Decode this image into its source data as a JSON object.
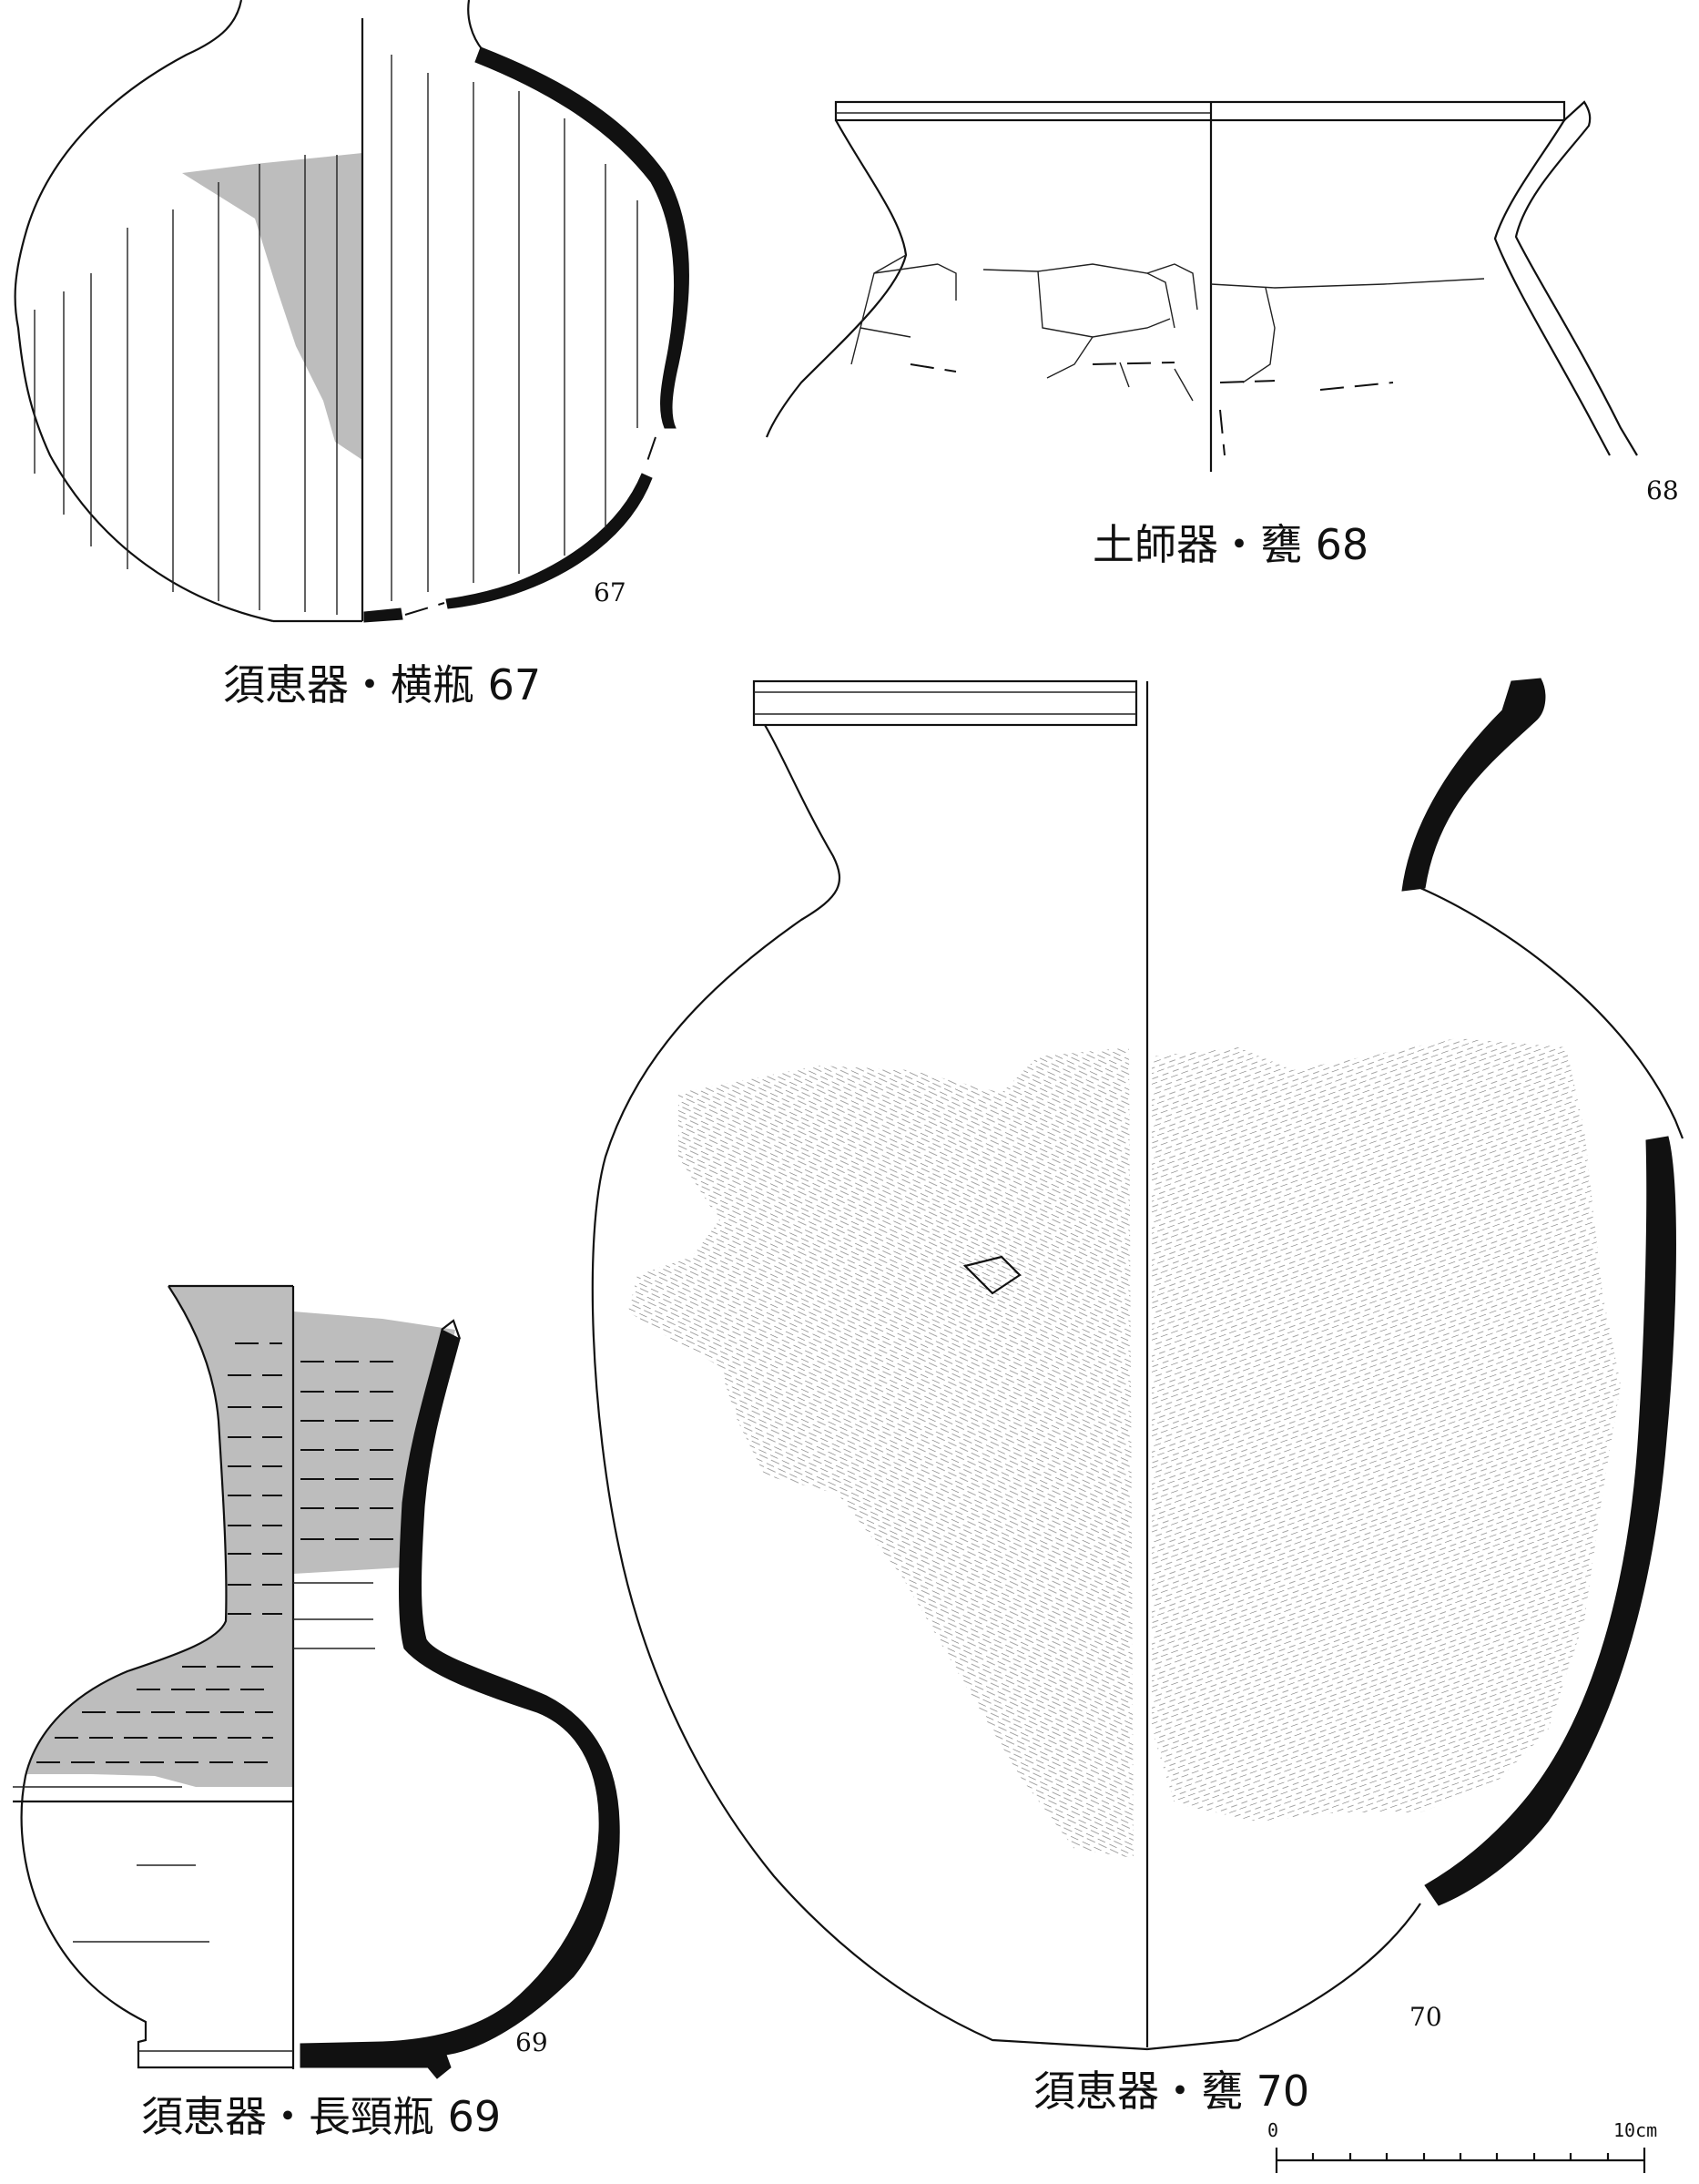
{
  "figures": [
    {
      "id": "67",
      "caption": "須恵器・横瓶 67",
      "number": "67"
    },
    {
      "id": "68",
      "caption": "土師器・甕 68",
      "number": "68"
    },
    {
      "id": "69",
      "caption": "須恵器・長頸瓶 69",
      "number": "69"
    },
    {
      "id": "70",
      "caption": "須恵器・甕 70",
      "number": "70"
    }
  ],
  "scale_bar": {
    "start_label": "0",
    "end_label": "10cm"
  }
}
